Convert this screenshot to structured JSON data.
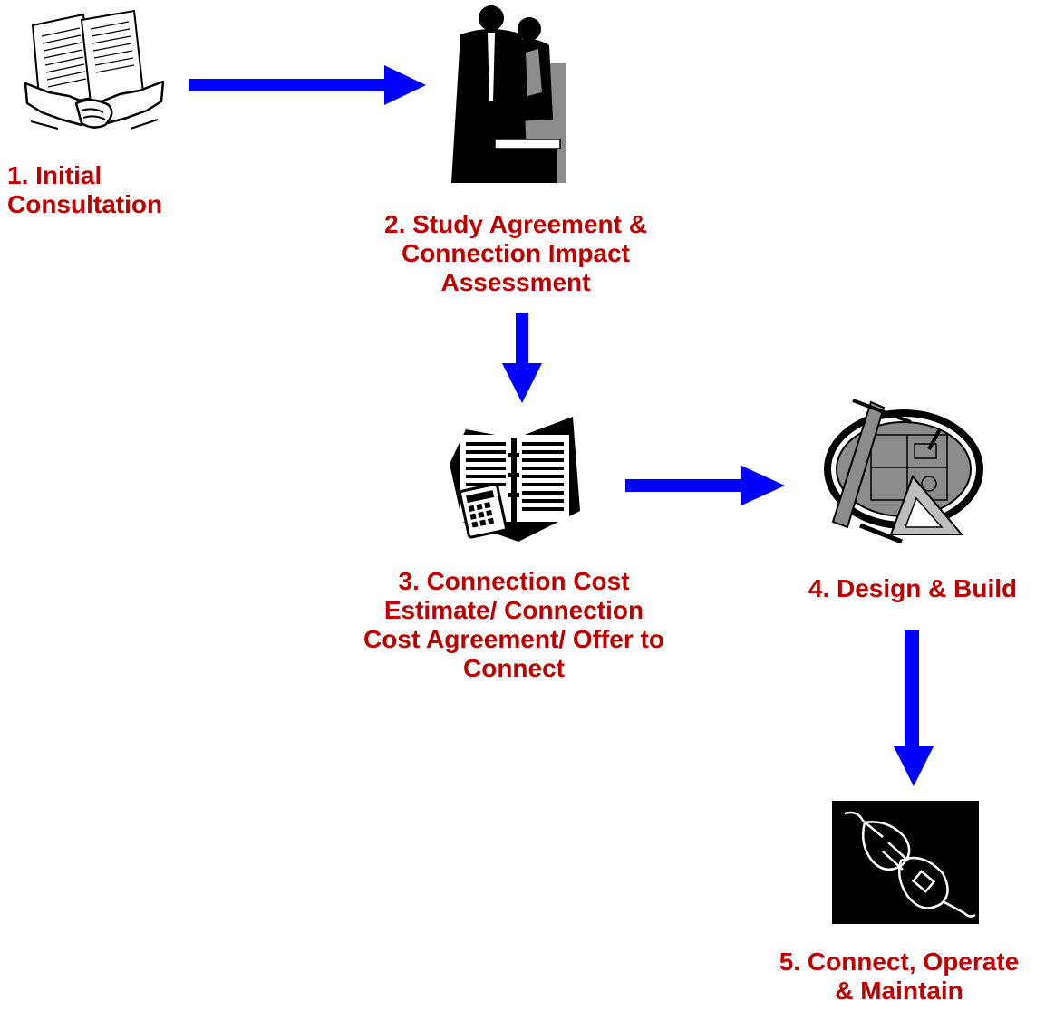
{
  "colors": {
    "label": "#C00000",
    "arrow": "#0000FF",
    "icon_dark": "#000000",
    "icon_gray": "#8c8c8c"
  },
  "steps": [
    {
      "icon": "handshake-contract-icon",
      "lines": [
        "1. Initial",
        "Consultation"
      ]
    },
    {
      "icon": "business-meeting-icon",
      "lines": [
        "2. Study Agreement &",
        "Connection Impact",
        "Assessment"
      ]
    },
    {
      "icon": "ledger-calculator-icon",
      "lines": [
        "3. Connection Cost",
        "Estimate/ Connection",
        "Cost Agreement/ Offer to",
        "Connect"
      ]
    },
    {
      "icon": "blueprint-drafting-icon",
      "lines": [
        "4. Design & Build"
      ]
    },
    {
      "icon": "power-plug-icon",
      "lines": [
        "5. Connect, Operate",
        "& Maintain"
      ]
    }
  ]
}
